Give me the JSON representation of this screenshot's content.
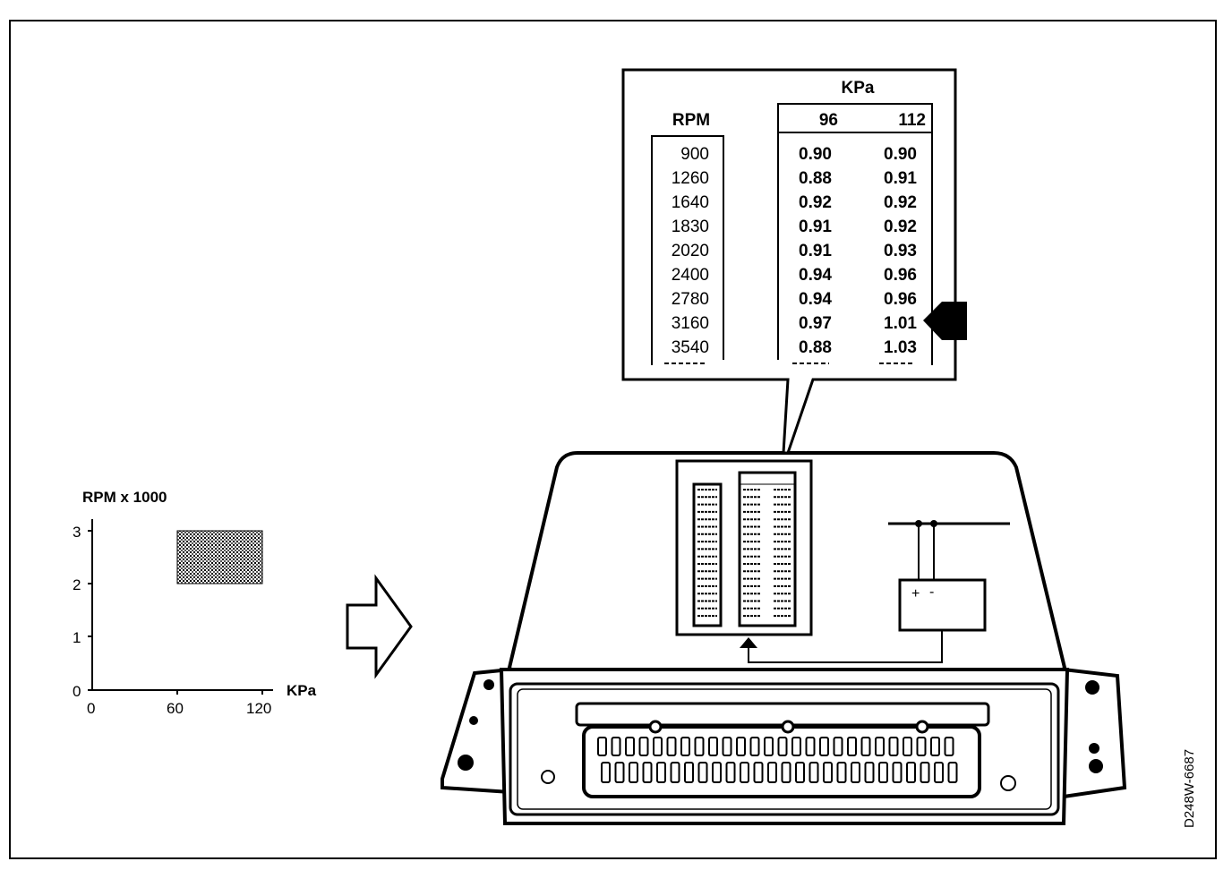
{
  "graph": {
    "y_title": "RPM x 1000",
    "x_title": "KPa",
    "y_ticks": [
      "3",
      "2",
      "1",
      "0"
    ],
    "x_ticks": [
      "0",
      "60",
      "120"
    ],
    "highlight_region": {
      "x_range": [
        60,
        120
      ],
      "y_range": [
        2,
        3
      ]
    }
  },
  "table": {
    "kpa_header": "KPa",
    "rpm_header": "RPM",
    "kpa_columns": [
      "96",
      "112"
    ],
    "rows": [
      {
        "rpm": "900",
        "v96": "0.90",
        "v112": "0.90"
      },
      {
        "rpm": "1260",
        "v96": "0.88",
        "v112": "0.91"
      },
      {
        "rpm": "1640",
        "v96": "0.92",
        "v112": "0.92"
      },
      {
        "rpm": "1830",
        "v96": "0.91",
        "v112": "0.92"
      },
      {
        "rpm": "2020",
        "v96": "0.91",
        "v112": "0.93"
      },
      {
        "rpm": "2400",
        "v96": "0.94",
        "v112": "0.96"
      },
      {
        "rpm": "2780",
        "v96": "0.94",
        "v112": "0.96"
      },
      {
        "rpm": "3160",
        "v96": "0.97",
        "v112": "1.01"
      },
      {
        "rpm": "3540",
        "v96": "0.88",
        "v112": "1.03"
      }
    ]
  },
  "battery": {
    "plus": "+",
    "minus": "-"
  },
  "figure_id": "D248W-6687"
}
